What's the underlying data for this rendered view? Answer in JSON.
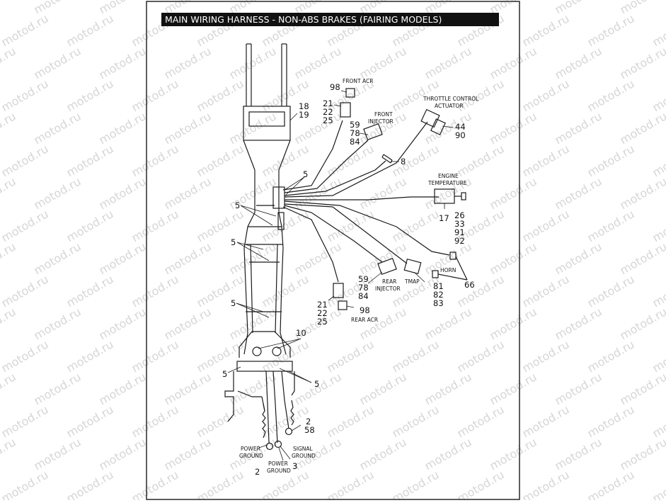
{
  "title": "MAIN WIRING  HARNESS - NON-ABS BRAKES (FAIRING MODELS)",
  "watermark": "motod.ru",
  "colors": {
    "title_bar": "#111111",
    "title_text": "#ffffff",
    "line": "#1a1a1a",
    "watermark": "#d6d6d6"
  },
  "labels": {
    "front_acr": "FRONT ACR",
    "front_injector_1": "FRONT",
    "front_injector_2": "INJECTOR",
    "throttle_1": "THROTTLE CONTROL",
    "throttle_2": "ACTUATOR",
    "engine_temp_1": "ENGINE",
    "engine_temp_2": "TEMPERATURE",
    "horn": "HORN",
    "rear_injector_1": "REAR",
    "rear_injector_2": "INJECTOR",
    "tmap": "TMAP",
    "rear_acr": "REAR ACR",
    "power_ground_left_1": "POWER",
    "power_ground_left_2": "GROUND",
    "power_ground_mid_1": "POWER",
    "power_ground_mid_2": "GROUND",
    "signal_ground_1": "SIGNAL",
    "signal_ground_2": "GROUND"
  },
  "callouts": {
    "n98_front": "98",
    "n21_front": "21",
    "n22_front": "22",
    "n25_front": "25",
    "n59_front": "59",
    "n78_front": "78",
    "n84_front": "84",
    "n44": "44",
    "n90": "90",
    "n8": "8",
    "n18": "18",
    "n19": "19",
    "n5_top": "5",
    "n5_left1": "5",
    "n5_left2": "5",
    "n5_left3": "5",
    "n5_bottom_left": "5",
    "n5_bottom_right": "5",
    "n17": "17",
    "n26": "26",
    "n33": "33",
    "n91": "91",
    "n92": "92",
    "n66": "66",
    "n59_rear": "59",
    "n78_rear": "78",
    "n84_rear": "84",
    "n81": "81",
    "n82": "82",
    "n83": "83",
    "n21_rear": "21",
    "n22_rear": "22",
    "n25_rear": "25",
    "n98_rear": "98",
    "n10": "10",
    "n2_right": "2",
    "n58": "58",
    "n2_bottom": "2",
    "n3": "3"
  }
}
